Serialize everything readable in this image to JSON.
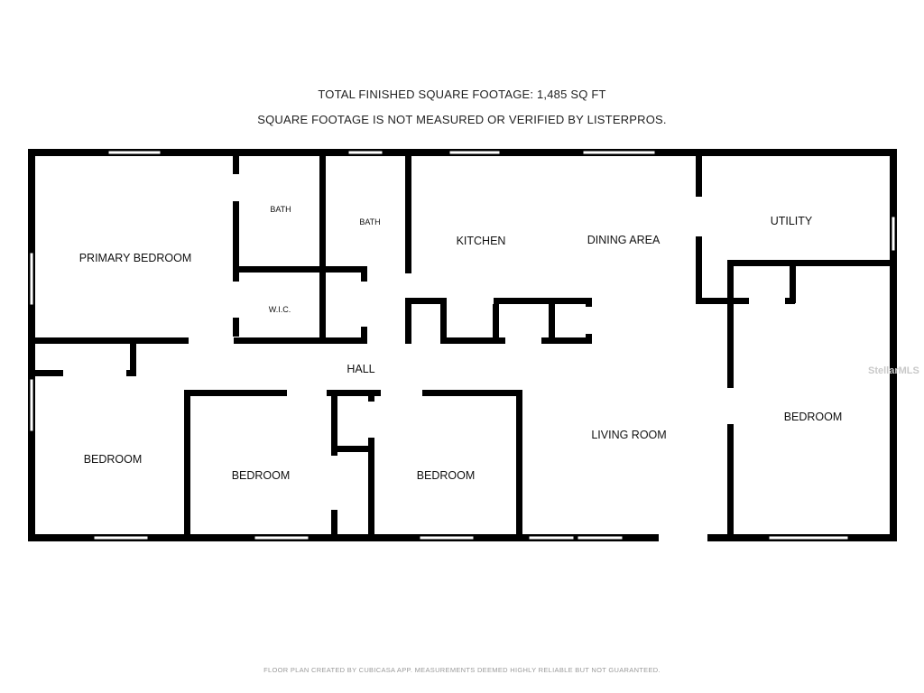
{
  "header": {
    "line1": "TOTAL FINISHED SQUARE FOOTAGE: 1,485 SQ FT",
    "line2": "SQUARE FOOTAGE IS NOT MEASURED OR VERIFIED BY LISTERPROS."
  },
  "rooms": {
    "primary_bedroom": "PRIMARY BEDROOM",
    "bath_1": "BATH",
    "bath_2": "BATH",
    "wic": "W.I.C.",
    "kitchen": "KITCHEN",
    "dining_area": "DINING AREA",
    "utility": "UTILITY",
    "hall": "HALL",
    "bedroom_sw": "BEDROOM",
    "bedroom_mid_1": "BEDROOM",
    "bedroom_mid_2": "BEDROOM",
    "living_room": "LIVING ROOM",
    "bedroom_east": "BEDROOM"
  },
  "footer": {
    "note": "FLOOR PLAN CREATED BY CUBICASA APP. MEASUREMENTS DEEMED HIGHLY RELIABLE BUT NOT GUARANTEED.",
    "watermark": "StellarMLS"
  },
  "colors": {
    "wall": "#000000",
    "window": "#ffffff"
  }
}
